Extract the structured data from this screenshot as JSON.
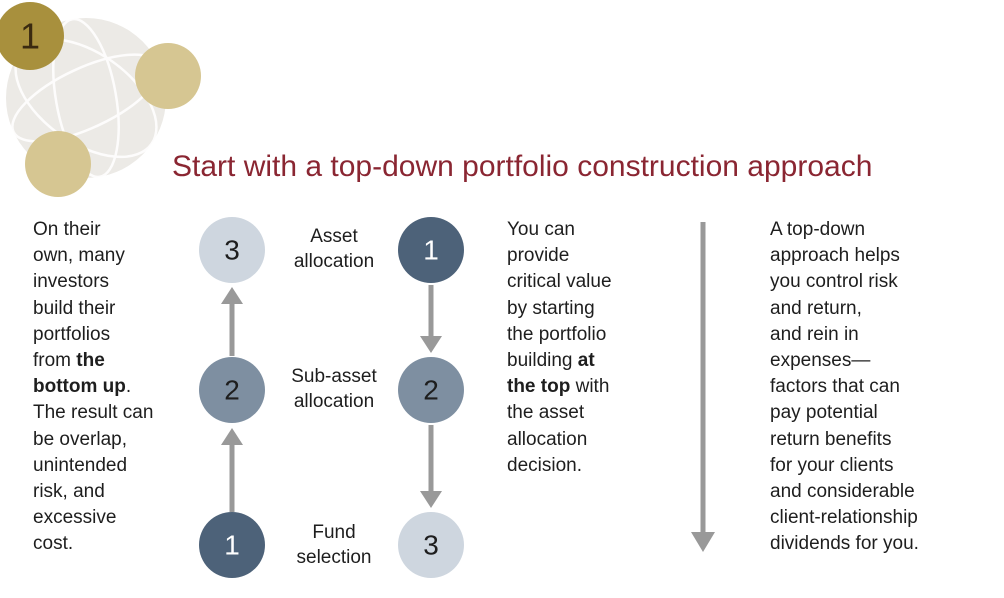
{
  "badge_number": "1",
  "title": "Start with a top-down portfolio construction approach",
  "left_text": {
    "before": "On their\nown, many\ninvestors\nbuild their\nportfolios\nfrom ",
    "bold": "the\nbottom up",
    "after": ".\nThe result can\nbe overlap,\nunintended\nrisk, and\nexcessive\ncost."
  },
  "bottom_up_steps": [
    {
      "number": "3"
    },
    {
      "number": "2"
    },
    {
      "number": "1"
    }
  ],
  "step_labels": [
    "Asset\nallocation",
    "Sub-asset\nallocation",
    "Fund\nselection"
  ],
  "top_down_steps": [
    {
      "number": "1"
    },
    {
      "number": "2"
    },
    {
      "number": "3"
    }
  ],
  "middle_text": {
    "before": "You can\nprovide\ncritical value\nby starting\nthe portfolio\nbuilding ",
    "bold": "at\nthe top",
    "after": " with\nthe asset\nallocation\ndecision."
  },
  "right_text": "A top-down\napproach helps\nyou control risk\nand return,\nand rein in\nexpenses—\nfactors that can\npay potential\nreturn benefits\nfor your clients\nand considerable\nclient-relationship\ndividends for you.",
  "colors": {
    "title": "#8a2632",
    "dark_circle": "#4d6279",
    "mid_circle": "#7e8fa1",
    "light_circle": "#ced6df",
    "arrow": "#999999",
    "badge": "#a8903d",
    "decor_gold": "#d6c692"
  }
}
